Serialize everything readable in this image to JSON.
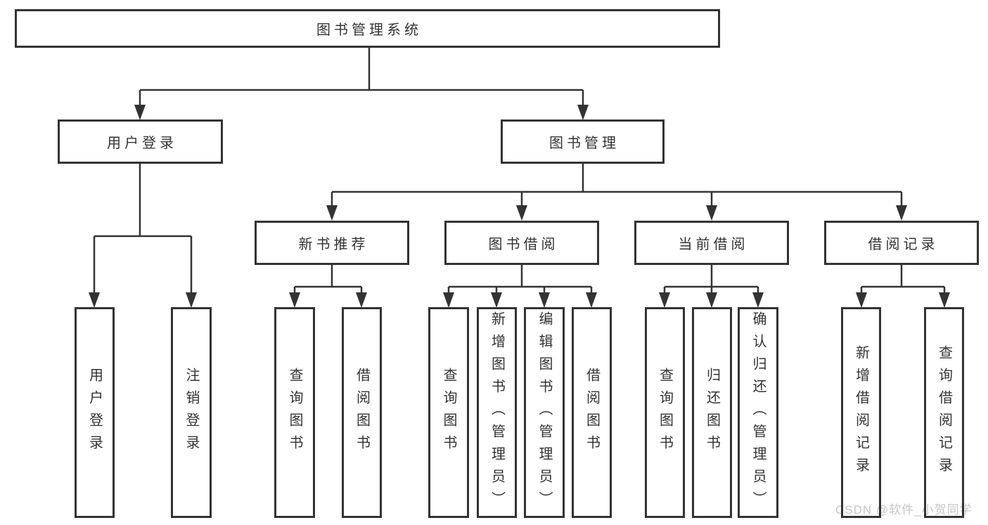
{
  "diagram": {
    "watermark": "CSDN @软件_小贺同学",
    "colors": {
      "line": "#333333",
      "text": "#333333",
      "watermark_text": "#c6c6c6",
      "background": "#ffffff"
    },
    "root": {
      "label": "图书管理系统"
    },
    "branches": [
      {
        "label": "用户登录",
        "children": [
          {
            "label": "用户登录"
          },
          {
            "label": "注销登录"
          }
        ]
      },
      {
        "label": "图书管理",
        "children": [
          {
            "label": "新书推荐",
            "children": [
              {
                "label": "查询图书"
              },
              {
                "label": "借阅图书"
              }
            ]
          },
          {
            "label": "图书借阅",
            "children": [
              {
                "label": "查询图书"
              },
              {
                "label": "新增图书（管理员）"
              },
              {
                "label": "编辑图书（管理员）"
              },
              {
                "label": "借阅图书"
              }
            ]
          },
          {
            "label": "当前借阅",
            "children": [
              {
                "label": "查询图书"
              },
              {
                "label": "归还图书"
              },
              {
                "label": "确认归还（管理员）"
              }
            ]
          },
          {
            "label": "借阅记录",
            "children": [
              {
                "label": "新增借阅记录"
              },
              {
                "label": "查询借阅记录"
              }
            ]
          }
        ]
      }
    ]
  }
}
